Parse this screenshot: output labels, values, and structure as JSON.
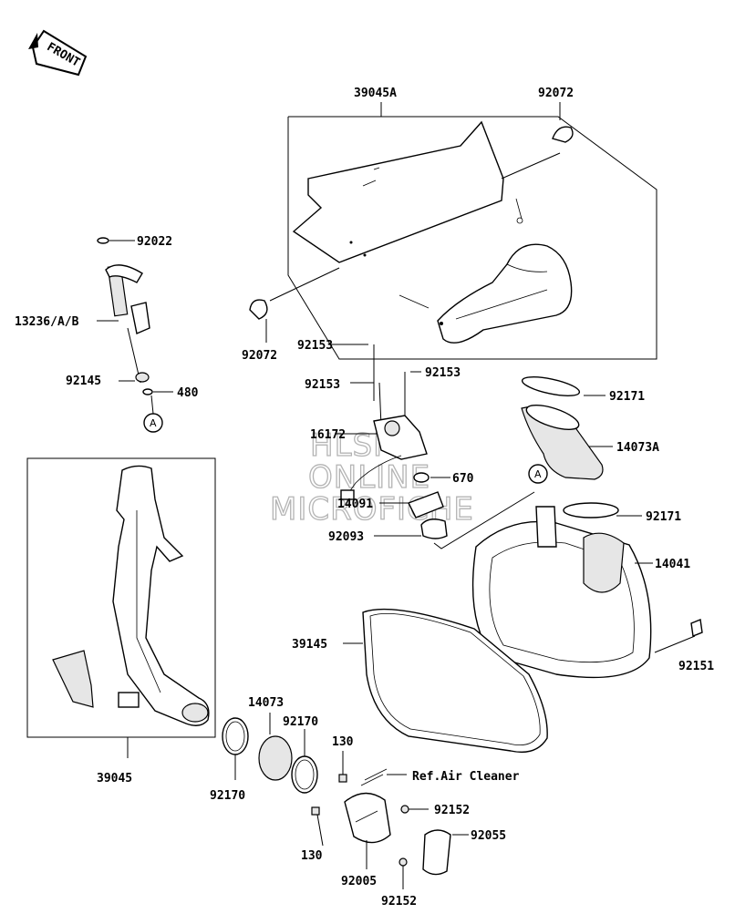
{
  "front_badge": "FRONT",
  "watermark": [
    "HLSM",
    "ONLINE",
    "MICROFICHE"
  ],
  "labels": {
    "l_39045A": "39045A",
    "l_92072_top": "92072",
    "l_92072_left": "92072",
    "l_92022": "92022",
    "l_13236": "13236/A/B",
    "l_92145": "92145",
    "l_480": "480",
    "l_A_left": "A",
    "l_92153_a": "92153",
    "l_92153_b": "92153",
    "l_92153_c": "92153",
    "l_16172": "16172",
    "l_670": "670",
    "l_14091": "14091",
    "l_92093": "92093",
    "l_92171_top": "92171",
    "l_14073A": "14073A",
    "l_A_right": "A",
    "l_92171_mid": "92171",
    "l_14041": "14041",
    "l_39145": "39145",
    "l_92151": "92151",
    "l_39045": "39045",
    "l_14073": "14073",
    "l_92170_a": "92170",
    "l_92170_b": "92170",
    "l_130_a": "130",
    "l_ref": "Ref.Air Cleaner",
    "l_92152_a": "92152",
    "l_92055": "92055",
    "l_130_b": "130",
    "l_92005": "92005",
    "l_92152_b": "92152"
  }
}
